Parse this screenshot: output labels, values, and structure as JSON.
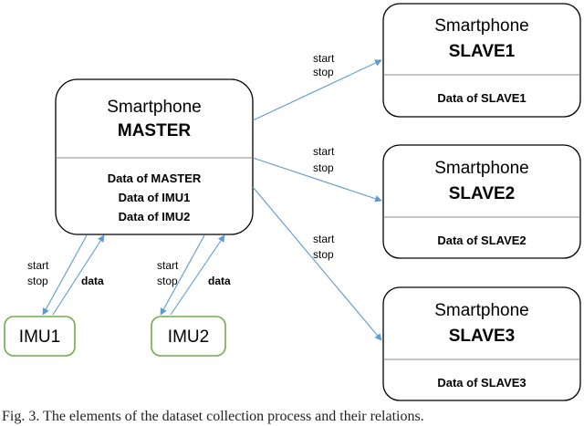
{
  "master": {
    "title": "Smartphone",
    "name": "MASTER",
    "data_lines": [
      "Data of MASTER",
      "Data of IMU1",
      "Data of IMU2"
    ]
  },
  "slaves": [
    {
      "title": "Smartphone",
      "name": "SLAVE1",
      "data": "Data of SLAVE1"
    },
    {
      "title": "Smartphone",
      "name": "SLAVE2",
      "data": "Data of SLAVE2"
    },
    {
      "title": "Smartphone",
      "name": "SLAVE3",
      "data": "Data of SLAVE3"
    }
  ],
  "imus": [
    {
      "name": "IMU1",
      "cmd_lines": [
        "start",
        "stop"
      ],
      "data_label": "data"
    },
    {
      "name": "IMU2",
      "cmd_lines": [
        "start",
        "stop"
      ],
      "data_label": "data"
    }
  ],
  "links": [
    {
      "cmd_lines": [
        "start",
        "stop"
      ]
    },
    {
      "cmd_lines": [
        "start",
        "stop"
      ]
    },
    {
      "cmd_lines": [
        "start",
        "stop"
      ]
    }
  ],
  "caption": "Fig. 3. The elements of the dataset collection process and their relations."
}
